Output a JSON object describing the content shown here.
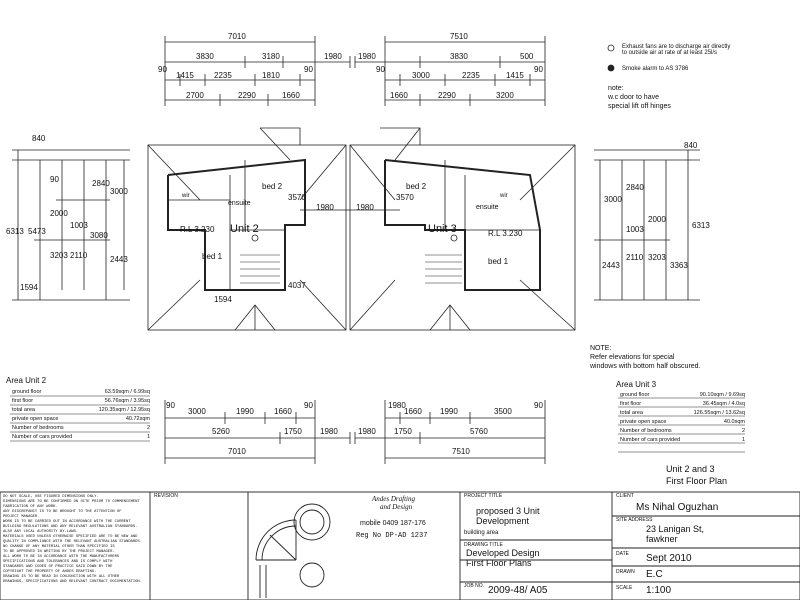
{
  "notes": {
    "exhaust": [
      "Exhaust fans are to discharge air directly",
      "to outside air at rate of at least 25l/s"
    ],
    "smoke": "Smoke alarm to AS 3786",
    "wc": [
      "note:",
      "w.c door to have",
      "special lift off hinges"
    ],
    "elevations": [
      "NOTE:",
      "Refer elevations for special",
      "windows with bottom half obscured."
    ]
  },
  "units": {
    "unit2": {
      "label": "Unit 2",
      "rl": "R.L 3.230",
      "bed1": "bed 1",
      "bed2": "bed 2",
      "ensuite": "ensuite",
      "wir": "wir"
    },
    "unit3": {
      "label": "Unit 3",
      "rl": "R.L 3.230",
      "bed1": "bed 1",
      "bed2": "bed 2",
      "ensuite": "ensuite",
      "wir": "wir"
    }
  },
  "dims_top_left": {
    "overall": "7010",
    "row1": [
      "3830",
      "3180",
      "1980"
    ],
    "row2": [
      "90",
      "1415",
      "2235",
      "1810",
      "90"
    ],
    "row3": [
      "2700",
      "2290",
      "1660"
    ]
  },
  "dims_top_right": {
    "overall": "7510",
    "row1": [
      "1980",
      "3830",
      "500"
    ],
    "row2": [
      "90",
      "3000",
      "2235",
      "1415",
      "90"
    ],
    "row3": [
      "1660",
      "2290",
      "3200"
    ]
  },
  "dims_side_left": [
    "840",
    "6313",
    "5473",
    "1594",
    "2840",
    "3000",
    "2000",
    "3203",
    "2110",
    "90",
    "3080",
    "2443",
    "1003"
  ],
  "dims_side_right": [
    "840",
    "6313",
    "2840",
    "3000",
    "2000",
    "3203",
    "2110",
    "2443",
    "3363",
    "1003"
  ],
  "dims_middle": [
    "1980",
    "1980",
    "3570",
    "3570",
    "4037",
    "1594"
  ],
  "dims_bottom_left": {
    "row1": [
      "90",
      "3000",
      "1990",
      "1660",
      "90"
    ],
    "row2": [
      "5260",
      "1750",
      "1980"
    ],
    "overall": "7010"
  },
  "dims_bottom_right": {
    "row1": [
      "1980",
      "1660",
      "1990",
      "3500",
      "90"
    ],
    "row2": [
      "1980",
      "1750",
      "5760"
    ],
    "overall": "7510"
  },
  "area_unit2": {
    "title": "Area Unit 2",
    "rows": [
      {
        "k": "ground floor",
        "v": "63.59sqm / 6.99sq"
      },
      {
        "k": "first floor",
        "v": "56.76sqm / 3.95sq"
      },
      {
        "k": "total area",
        "v": "120.35sqm / 12.95sq"
      },
      {
        "k": "private open space",
        "v": "40.72sqm"
      },
      {
        "k": "Number of bedrooms",
        "v": "2"
      },
      {
        "k": "Number of cars provided",
        "v": "1"
      }
    ]
  },
  "area_unit3": {
    "title": "Area Unit 3",
    "rows": [
      {
        "k": "ground floor",
        "v": "90.10sqm / 9.69sq"
      },
      {
        "k": "first floor",
        "v": "36.45sqm / 4.0sq"
      },
      {
        "k": "total area",
        "v": "126.55sqm / 13.62sq"
      },
      {
        "k": "private open space",
        "v": "40.0sqm"
      },
      {
        "k": "Number of bedrooms",
        "v": "2"
      },
      {
        "k": "Number of cars provided",
        "v": "1"
      }
    ]
  },
  "sheet_title": [
    "Unit 2 and 3",
    "First Floor Plan"
  ],
  "title_block": {
    "general_notes": [
      "DO NOT SCALE, USE FIGURED DIMENSIONS ONLY.",
      "DIMENSIONS ARE TO BE CONFIRMED ON SITE PRIOR TO COMMENCEMENT",
      "FABRICATION OF ANY WORK.",
      "ANY DISCREPANCY IS TO BE BROUGHT TO THE ATTENTION OF",
      "PROJECT MANAGER.",
      "WORK IS TO BE CARRIED OUT IN ACCORDANCE WITH THE CURRENT",
      "BUILDING REGULATIONS AND ANY RELEVANT AUSTRALIAN STANDARDS.",
      "ALSO ANY LOCAL AUTHORITY BY-LAWS.",
      "MATERIALS USED UNLESS OTHERWISE SPECIFIED ARE TO BE NEW AND",
      "QUALITY IN COMPLIANCE WITH THE RELEVANT AUSTRALIAN STANDARDS.",
      "NO CHANGE OF ANY MATERIAL OTHER THAN SPECIFIED IS",
      "TO BE APPROVED IN WRITING BY THE PROJECT MANAGER.",
      "ALL WORK TO BE IN ACCORDANCE WITH THE MANUFACTURERS",
      "SPECIFICATIONS AND TOLERANCES AND IS COMPLY WITH",
      "STANDARDS AND CODES OF PRACTICE SAID DOWN BY THE",
      "COPYRIGHT THE PROPERTY OF ANDES DRAFTING.",
      "DRAWING IS TO BE READ IN CONJUNCTION WITH ALL OTHER",
      "DRAWINGS, SPECIFICATIONS AND RELEVANT CONTRACT DOCUMENTATION."
    ],
    "revision_label": "REVISION",
    "company": [
      "Andes Drafting",
      "and Design"
    ],
    "mobile": "mobile 0409 187-176",
    "reg": "Reg No DP-AD 1237",
    "project_title_label": "PROJECT TITLE",
    "project_title": [
      "proposed 3 Unit",
      "Development"
    ],
    "building_area": "building area",
    "drawing_title_label": "DRAWING TITLE",
    "drawing_title": [
      "Developed Design",
      "First Floor Plans"
    ],
    "job_no_label": "JOB NO.",
    "job_no": "2009-48/ A05",
    "client_label": "CLIENT",
    "client": "Ms Nihal Oguzhan",
    "site_label": "SITE ADDRESS",
    "site": [
      "23 Lanigan St,",
      "fawkner"
    ],
    "date_label": "DATE",
    "date": "Sept 2010",
    "drawn_label": "DRAWN",
    "drawn": "E.C",
    "scale_label": "SCALE",
    "scale": "1:100"
  }
}
